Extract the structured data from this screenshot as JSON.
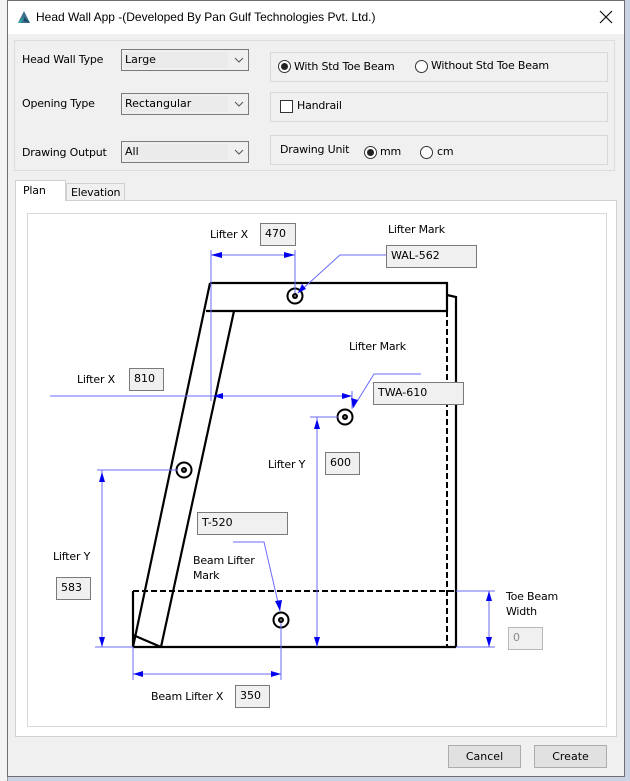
{
  "window": {
    "title": "Head Wall App -(Developed By Pan Gulf Technologies Pvt. Ltd.)",
    "close_icon": "close-icon",
    "app_icon": "app-logo-icon"
  },
  "settings": {
    "head_wall_type": {
      "label": "Head Wall Type",
      "value": "Large"
    },
    "opening_type": {
      "label": "Opening Type",
      "value": "Rectangular"
    },
    "drawing_output": {
      "label": "Drawing Output",
      "value": "All"
    },
    "toe_beam": {
      "options": [
        {
          "label": "With Std Toe Beam",
          "checked": true
        },
        {
          "label": "Without Std Toe Beam",
          "checked": false
        }
      ]
    },
    "handrail": {
      "label": "Handrail",
      "checked": false
    },
    "drawing_unit": {
      "label": "Drawing Unit",
      "options": [
        {
          "label": "mm",
          "checked": true
        },
        {
          "label": "cm",
          "checked": false
        }
      ]
    }
  },
  "tabs": [
    {
      "label": "Plan",
      "active": true
    },
    {
      "label": "Elevation",
      "active": false
    }
  ],
  "plan": {
    "top_lifter_x": {
      "label": "Lifter X",
      "value": "470"
    },
    "top_lifter_mark": {
      "label": "Lifter Mark",
      "value": "WAL-562"
    },
    "mid_lifter_x": {
      "label": "Lifter X",
      "value": "810"
    },
    "mid_lifter_mark": {
      "label": "Lifter Mark",
      "value": "TWA-610"
    },
    "mid_lifter_y": {
      "label": "Lifter Y",
      "value": "600"
    },
    "left_lifter_y": {
      "label": "Lifter Y",
      "value": "583"
    },
    "beam_lifter_mark": {
      "label": "Beam Lifter Mark",
      "label_line1": "Beam Lifter",
      "label_line2": "Mark",
      "value": "T-520"
    },
    "beam_lifter_x": {
      "label": "Beam Lifter X",
      "value": "350"
    },
    "toe_beam_width": {
      "label_line1": "Toe Beam",
      "label_line2": "Width",
      "value": "0",
      "disabled": true
    }
  },
  "colors": {
    "dimension_line": "#5a5aff",
    "dimension_arrow": "#0000ee",
    "drawing_line": "#000000"
  },
  "buttons": {
    "cancel": "Cancel",
    "create": "Create"
  }
}
